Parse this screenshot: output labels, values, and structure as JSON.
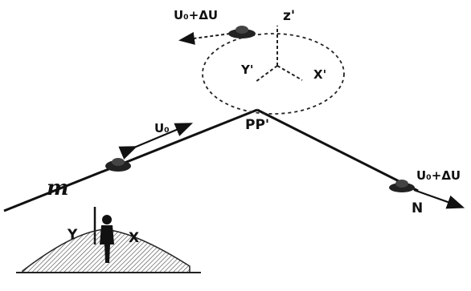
{
  "labels": {
    "top_velocity": "U₀+ΔU",
    "z_prime": "z'",
    "y_prime": "Y'",
    "x_prime": "X'",
    "u0": "U₀",
    "pp_prime": "PP'",
    "m": "m",
    "right_velocity": "U₀+ΔU",
    "n": "N",
    "y": "Y",
    "x": "X"
  },
  "colors": {
    "ink": "#111111",
    "hatch": "#444444",
    "background": "#ffffff"
  }
}
